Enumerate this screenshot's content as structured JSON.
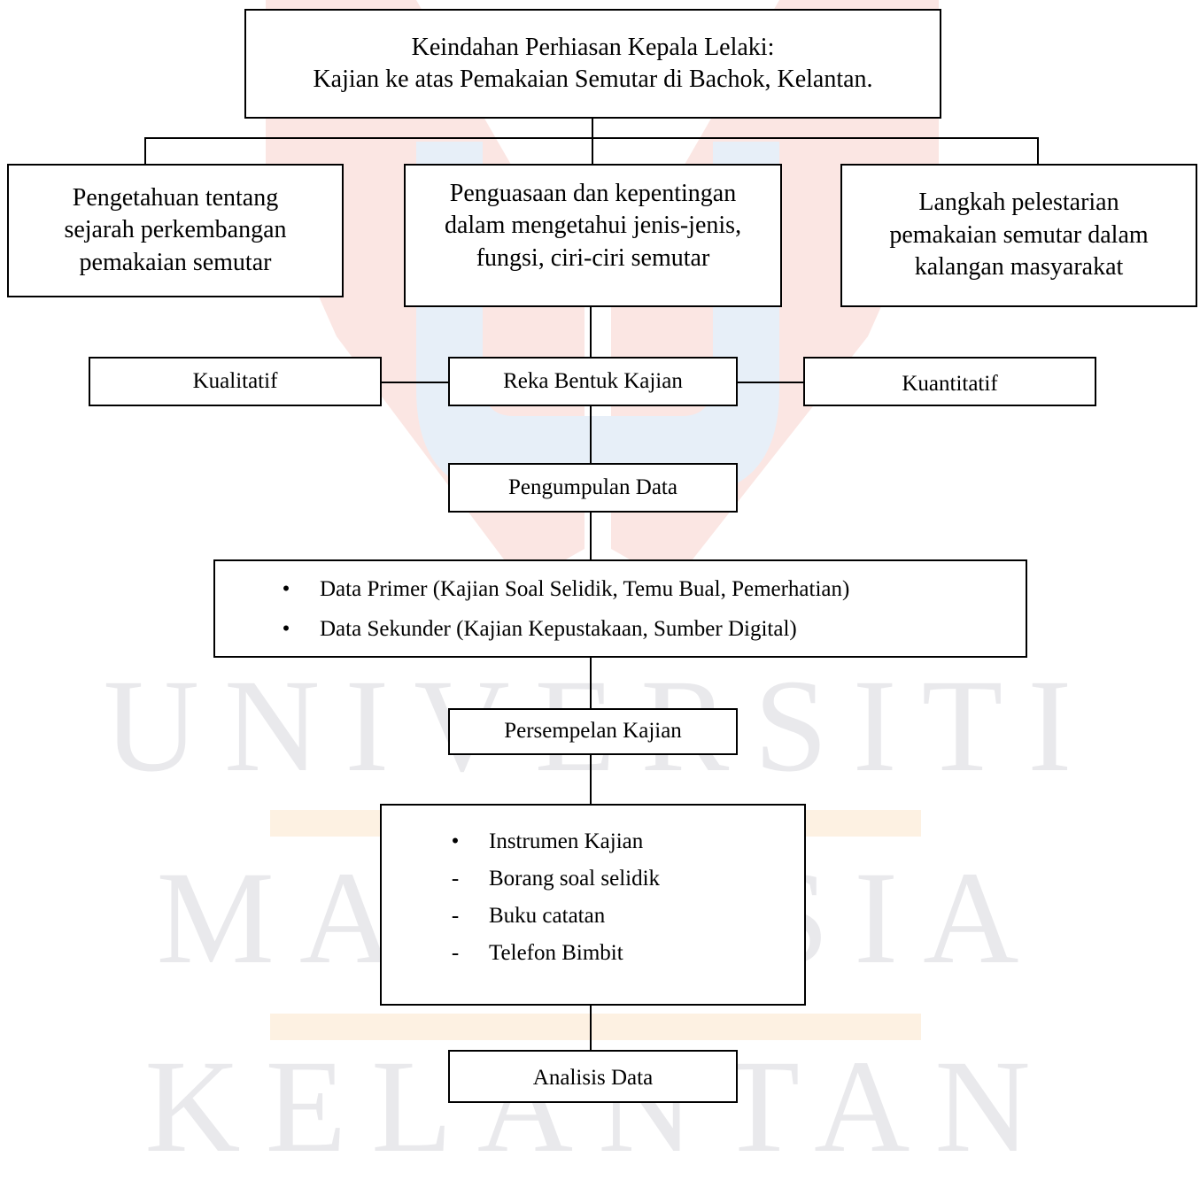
{
  "watermark": {
    "lines": [
      "UNIVERSITI",
      "MALAYSIA",
      "KELANTAN"
    ]
  },
  "title": {
    "line1": "Keindahan Perhiasan Kepala Lelaki:",
    "line2": "Kajian ke atas Pemakaian Semutar di Bachok, Kelantan."
  },
  "branches": [
    {
      "lines": [
        "Pengetahuan tentang",
        "sejarah perkembangan",
        "pemakaian semutar"
      ]
    },
    {
      "lines": [
        "Penguasaan dan kepentingan",
        "dalam mengetahui jenis-jenis,",
        "fungsi, ciri-ciri semutar"
      ]
    },
    {
      "lines": [
        "Langkah pelestarian",
        "pemakaian semutar dalam",
        "kalangan masyarakat"
      ]
    }
  ],
  "design": {
    "label": "Reka Bentuk Kajian",
    "left": "Kualitatif",
    "right": "Kuantitatif"
  },
  "collection": {
    "label": "Pengumpulan Data",
    "items": [
      {
        "marker": "•",
        "text": "Data Primer (Kajian Soal Selidik, Temu Bual, Pemerhatian)"
      },
      {
        "marker": "•",
        "text": "Data Sekunder (Kajian Kepustakaan, Sumber Digital)"
      }
    ]
  },
  "sampling": {
    "label": "Persempelan Kajian"
  },
  "instruments": {
    "items": [
      {
        "marker": "•",
        "text": "Instrumen Kajian"
      },
      {
        "marker": "-",
        "text": "Borang soal selidik"
      },
      {
        "marker": "-",
        "text": "Buku catatan"
      },
      {
        "marker": "-",
        "text": "Telefon Bimbit"
      }
    ]
  },
  "analysis": {
    "label": "Analisis Data"
  },
  "colors": {
    "watermark_red": "#fbe6e3",
    "watermark_blue": "#e7eff8",
    "watermark_orange": "#fdf1e2",
    "watermark_text": "#e9e9ec",
    "line": "#000000"
  }
}
